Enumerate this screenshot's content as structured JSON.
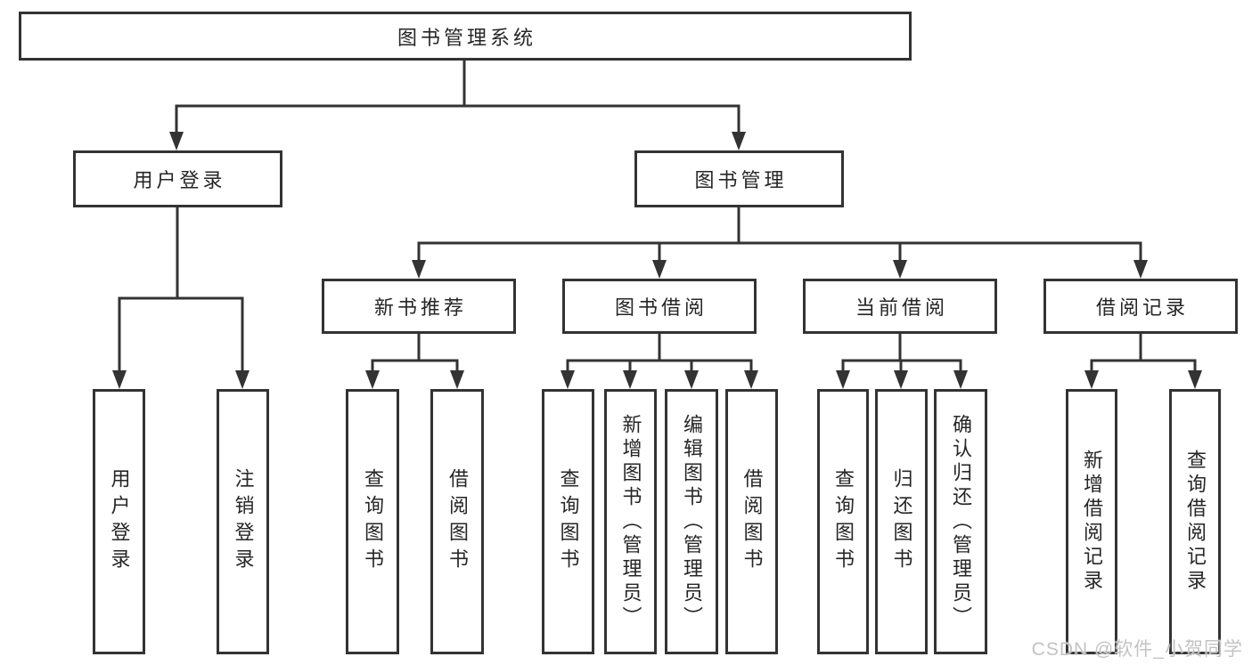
{
  "tree": {
    "root": "图书管理系统",
    "user_login": {
      "label": "用户登录",
      "leaves": [
        "用户登录",
        "注销登录"
      ]
    },
    "book_management": {
      "label": "图书管理",
      "sections": [
        {
          "label": "新书推荐",
          "leaves": [
            "查询图书",
            "借阅图书"
          ]
        },
        {
          "label": "图书借阅",
          "leaves": [
            "查询图书",
            "新增图书（管理员）",
            "编辑图书（管理员）",
            "借阅图书"
          ]
        },
        {
          "label": "当前借阅",
          "leaves": [
            "查询图书",
            "归还图书",
            "确认归还（管理员）"
          ]
        },
        {
          "label": "借阅记录",
          "leaves": [
            "新增借阅记录",
            "查询借阅记录"
          ]
        }
      ]
    }
  },
  "watermark": "CSDN @软件_小贺同学",
  "colors": {
    "line": "#333333",
    "text": "#262626",
    "background": "#ffffff",
    "watermark": "#c3c3c3"
  }
}
